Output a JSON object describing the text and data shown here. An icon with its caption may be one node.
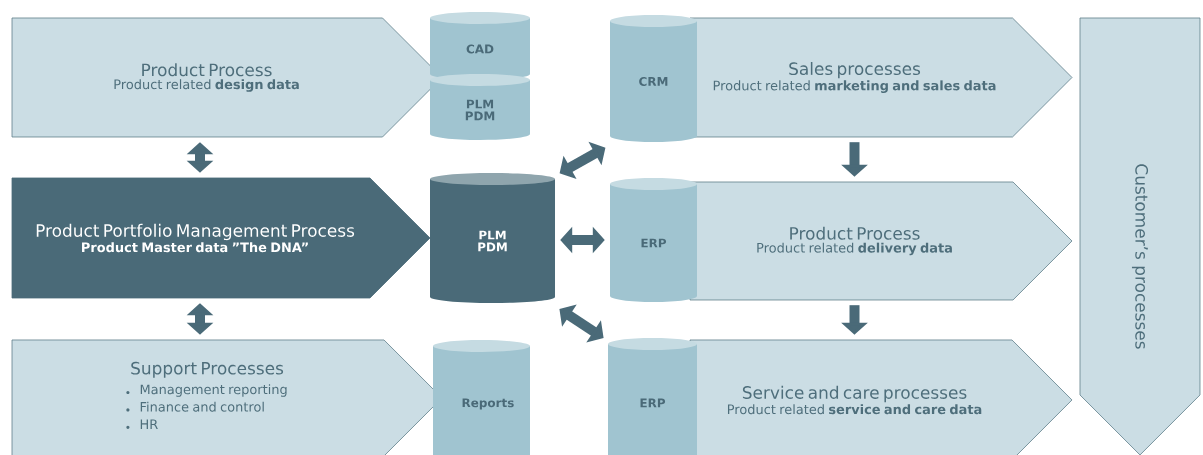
{
  "diagram": {
    "nodes": [
      {
        "text": [
          "Product Process",
          "Product related **design data**"
        ]
      },
      {
        "text": [
          "CAD"
        ]
      },
      {
        "text": [
          "PLM PDM"
        ]
      },
      {
        "text": [
          "Product Portfolio Management Process",
          "Product Master data ”The DNA”"
        ]
      },
      {
        "text": [
          "PLM PDM"
        ]
      },
      {
        "text": [
          "Support Processes",
          "Management reporting",
          "Finance and control",
          "HR"
        ]
      },
      {
        "text": [
          "Reports"
        ]
      },
      {
        "text": [
          "CRM"
        ]
      },
      {
        "text": [
          "Sales processes",
          "Product related **marketing and sales data**"
        ]
      },
      {
        "text": [
          "ERP"
        ]
      },
      {
        "text": [
          "Product Process",
          "Product related **delivery data**"
        ]
      },
      {
        "text": [
          "ERP"
        ]
      },
      {
        "text": [
          "Service and care processes",
          "Product related **service and care data**"
        ]
      },
      {
        "text": [
          "Customer’s processes"
        ]
      }
    ],
    "edges": [
      {
        "from": 0,
        "to": 3,
        "arrow": "both"
      },
      {
        "from": 3,
        "to": 5,
        "arrow": "both"
      },
      {
        "from": 4,
        "to": 7,
        "arrow": "both"
      },
      {
        "from": 4,
        "to": 9,
        "arrow": "both"
      },
      {
        "from": 4,
        "to": 11,
        "arrow": "both"
      },
      {
        "from": 8,
        "to": 10,
        "arrow": "to"
      },
      {
        "from": 10,
        "to": 12,
        "arrow": "to"
      }
    ]
  }
}
